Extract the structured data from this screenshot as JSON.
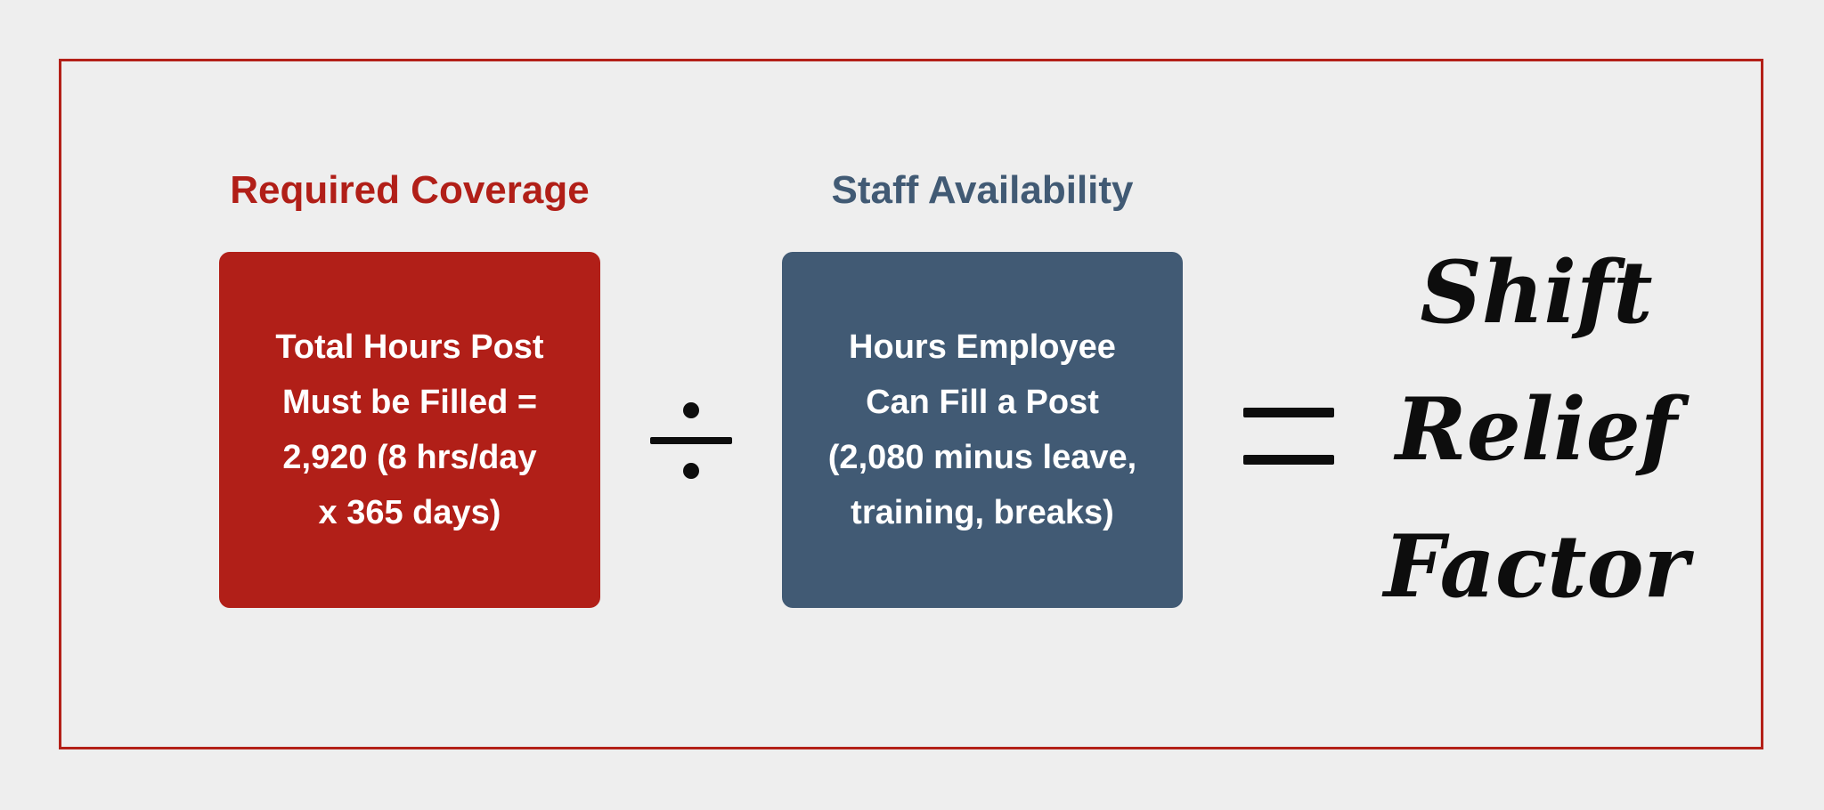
{
  "colors": {
    "background": "#eeeeee",
    "frame_border": "#b32018",
    "coverage_red": "#b11f18",
    "availability_blue": "#415a74",
    "operator_black": "#0d0d0d",
    "box_text": "#ffffff"
  },
  "equation": {
    "left_term": {
      "heading": "Required Coverage",
      "lines": [
        "Total Hours Post",
        "Must be Filled =",
        "2,920 (8 hrs/day",
        "x 365 days)"
      ]
    },
    "operator_1": {
      "icon": "divide-icon",
      "symbol": "÷"
    },
    "right_term": {
      "heading": "Staff Availability",
      "lines": [
        "Hours Employee",
        "Can Fill a Post",
        "(2,080 minus leave,",
        "training, breaks)"
      ]
    },
    "operator_2": {
      "icon": "equals-icon",
      "symbol": "="
    },
    "result": {
      "lines": [
        "Shift",
        "Relief",
        "Factor"
      ]
    }
  }
}
